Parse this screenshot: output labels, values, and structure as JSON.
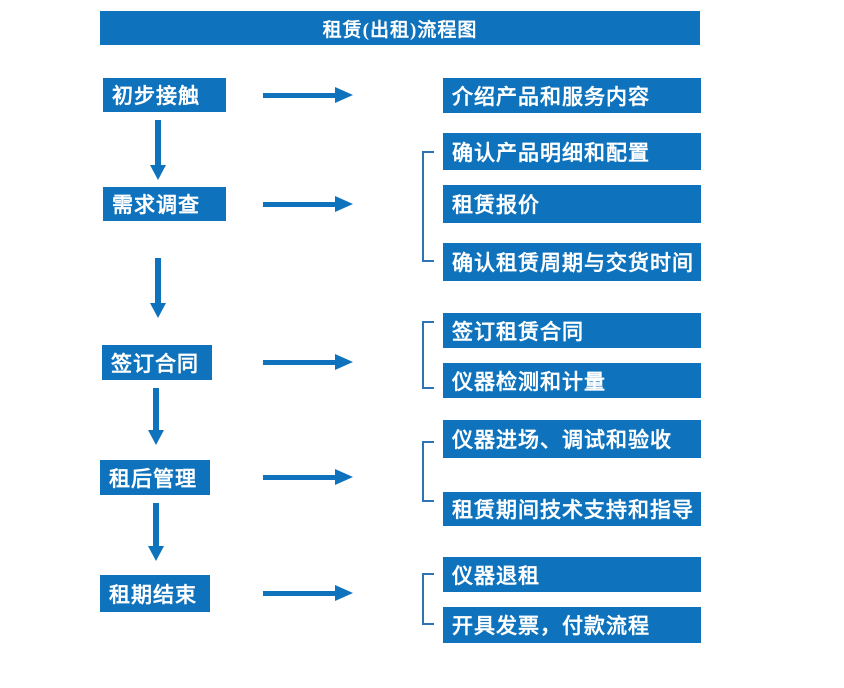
{
  "title": "租赁(出租)流程图",
  "colors": {
    "primary_blue": "#0E72BC",
    "bracket_blue": "#2E74B5",
    "text_white": "#FFFFFF",
    "background": "#FFFFFF"
  },
  "stages": [
    {
      "label": "初步接触",
      "outputs": [
        "介绍产品和服务内容"
      ]
    },
    {
      "label": "需求调查",
      "outputs": [
        "确认产品明细和配置",
        "租赁报价",
        "确认租赁周期与交货时间"
      ]
    },
    {
      "label": "签订合同",
      "outputs": [
        "签订租赁合同",
        "仪器检测和计量"
      ]
    },
    {
      "label": "租后管理",
      "outputs": [
        "仪器进场、调试和验收",
        "租赁期间技术支持和指导"
      ]
    },
    {
      "label": "租期结束",
      "outputs": [
        "仪器退租",
        "开具发票，付款流程"
      ]
    }
  ]
}
